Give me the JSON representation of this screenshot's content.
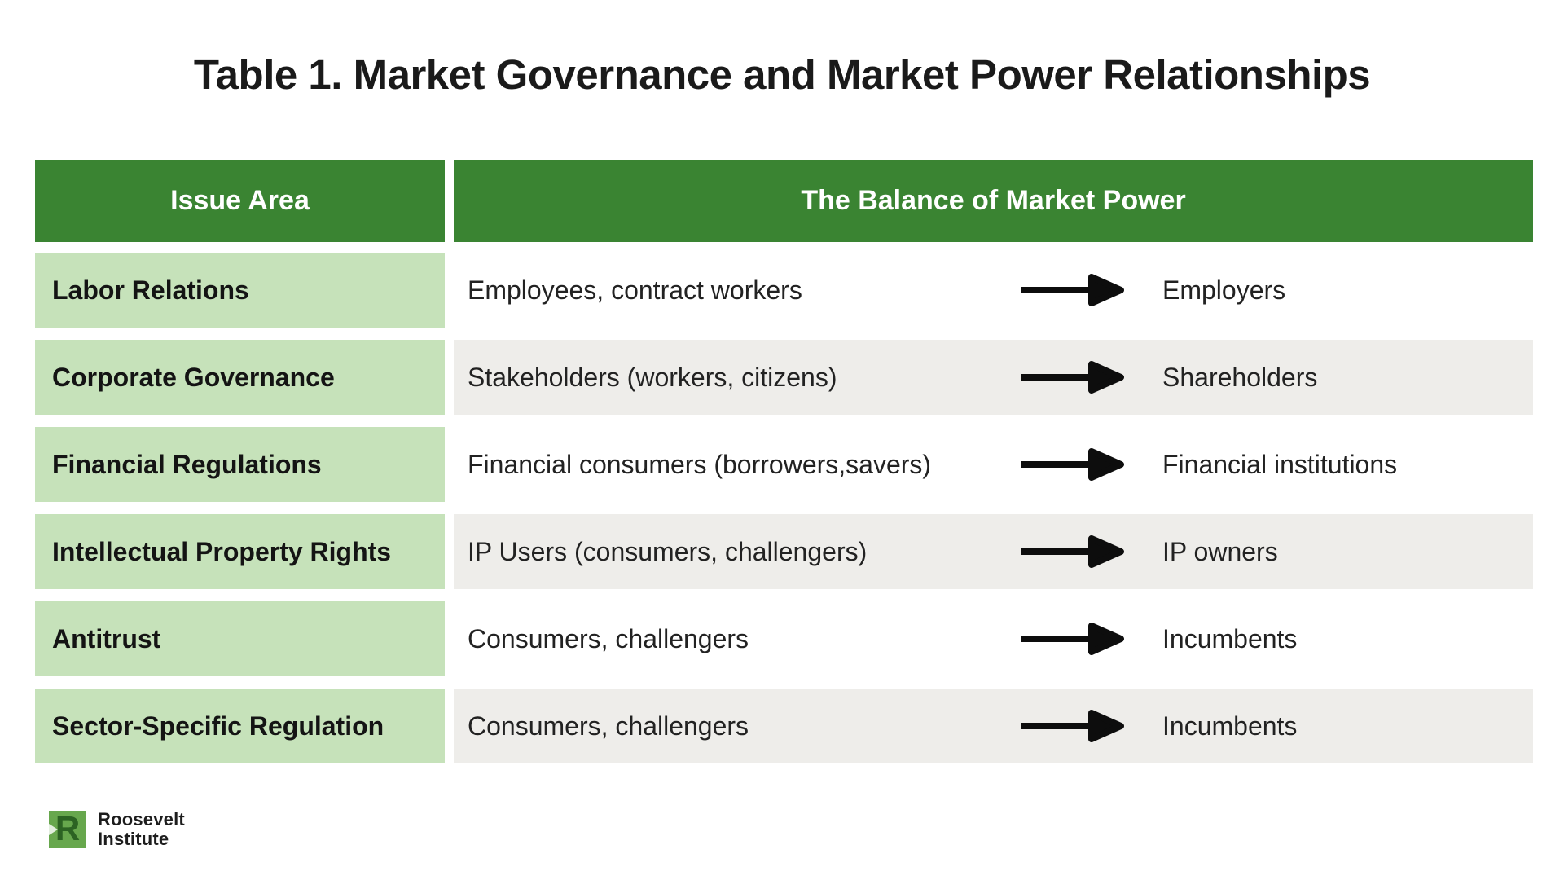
{
  "chart_data": {
    "type": "table",
    "title": "Table 1. Market Governance and Market Power Relationships",
    "columns": {
      "issue_area": "Issue Area",
      "balance": "The Balance of Market Power"
    },
    "rows": [
      {
        "issue_area": "Labor Relations",
        "weaker": "Employees, contract workers",
        "arrow": "right-arrow",
        "stronger": "Employers"
      },
      {
        "issue_area": "Corporate Governance",
        "weaker": "Stakeholders (workers, citizens)",
        "arrow": "right-arrow",
        "stronger": "Shareholders"
      },
      {
        "issue_area": "Financial Regulations",
        "weaker": "Financial consumers (borrowers,savers)",
        "arrow": "right-arrow",
        "stronger": "Financial institutions"
      },
      {
        "issue_area": "Intellectual Property Rights",
        "weaker": "IP Users (consumers, challengers)",
        "arrow": "right-arrow",
        "stronger": "IP owners"
      },
      {
        "issue_area": "Antitrust",
        "weaker": "Consumers, challengers",
        "arrow": "right-arrow",
        "stronger": "Incumbents"
      },
      {
        "issue_area": "Sector-Specific Regulation",
        "weaker": "Consumers, challengers",
        "arrow": "right-arrow",
        "stronger": "Incumbents"
      }
    ],
    "layout": {
      "legend": "none",
      "grid": "off",
      "row_striping_right_column": [
        "white",
        "gray",
        "white",
        "gray",
        "white",
        "gray"
      ]
    }
  },
  "logo": {
    "mark": "R",
    "line1": "Roosevelt",
    "line2": "Institute"
  },
  "colors": {
    "header_green": "#3a8432",
    "issue_cell_green": "#c6e2ba",
    "striped_row_gray": "#eeedea",
    "arrow_black": "#0d0d0d",
    "logo_square_green": "#67a74d",
    "logo_r_dark_green": "#2c6323",
    "title_text": "#1a1a1a"
  }
}
